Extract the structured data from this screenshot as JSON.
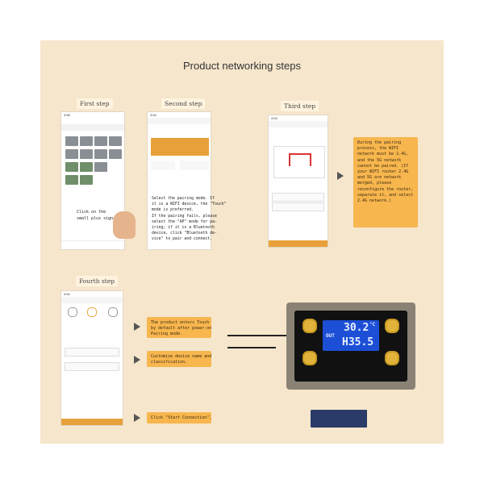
{
  "title": "Product networking steps",
  "steps": {
    "first": "First step",
    "second": "Second step",
    "third": "Third step",
    "fourth": "Fourth step"
  },
  "notes": {
    "first": "Click on the\nsmall plus sign",
    "second": "Select the pairing mode. If\nit is a WIFI device, the \"Touch\"\nmode is preferred.\nIf the pairing fails, please\nselect the \"AP\" mode for pa-\niring; if it is a Bluetooth\ndevice, click \"Bluetooth de-\nvice\" to pair and connect."
  },
  "callouts": {
    "third": "During the pairing\nprocess, the WIFI\nnetwork must be 2.4G,\nand the 5G network\ncannot be paired. (If\nyour WIFI router 2.4G\nand 5G are network\nmerged, please\nreconfigure the router,\nseparate it, and select\n2.4G network.)",
    "fourth_1": "The product enters Touch\nby default after power-on\nPairing mode.",
    "fourth_2": "Customize device name and\nclassification.",
    "fourth_3": "Click \"Start Connection\"."
  },
  "device": {
    "lcd_temp": "30.2",
    "lcd_unit": "°C",
    "lcd_hum": "H35.5",
    "lcd_out": "OUT"
  },
  "colors": {
    "panel": "#f6e6cc",
    "accent": "#e8a13a",
    "callout": "#f7b64e"
  }
}
